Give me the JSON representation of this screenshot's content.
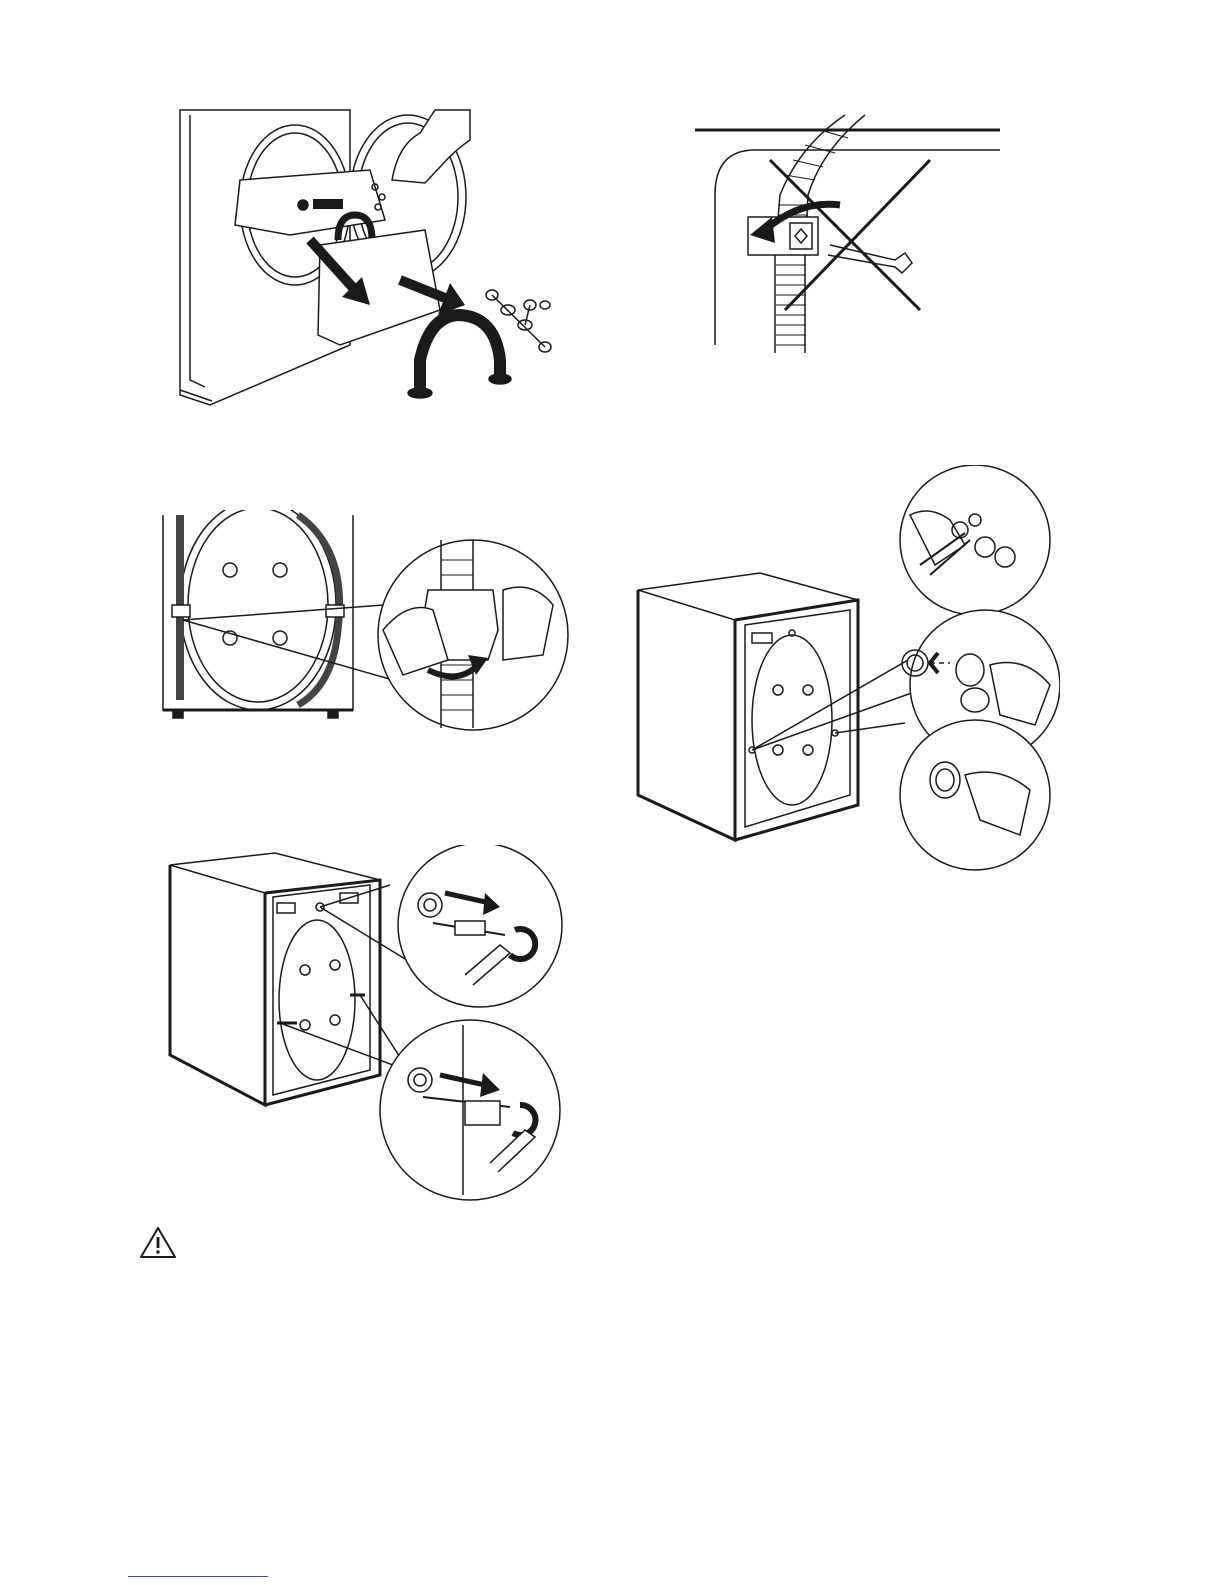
{
  "page": {
    "figures": [
      {
        "name": "remove-transit-packaging",
        "icon": "drum-packaging-removal-illustration"
      },
      {
        "name": "do-not-unscrew-hose-clamp",
        "icon": "crossed-out-wrench-illustration"
      },
      {
        "name": "release-hose-from-clips",
        "icon": "hose-clip-illustration"
      },
      {
        "name": "fit-plastic-caps",
        "icon": "rear-caps-illustration"
      },
      {
        "name": "remove-transit-bolts",
        "icon": "rear-transit-bolts-illustration"
      }
    ],
    "warning": {
      "icon": "warning-triangle-icon",
      "color": "#1a1a1a"
    },
    "footer_link_color": "#3050c8"
  }
}
